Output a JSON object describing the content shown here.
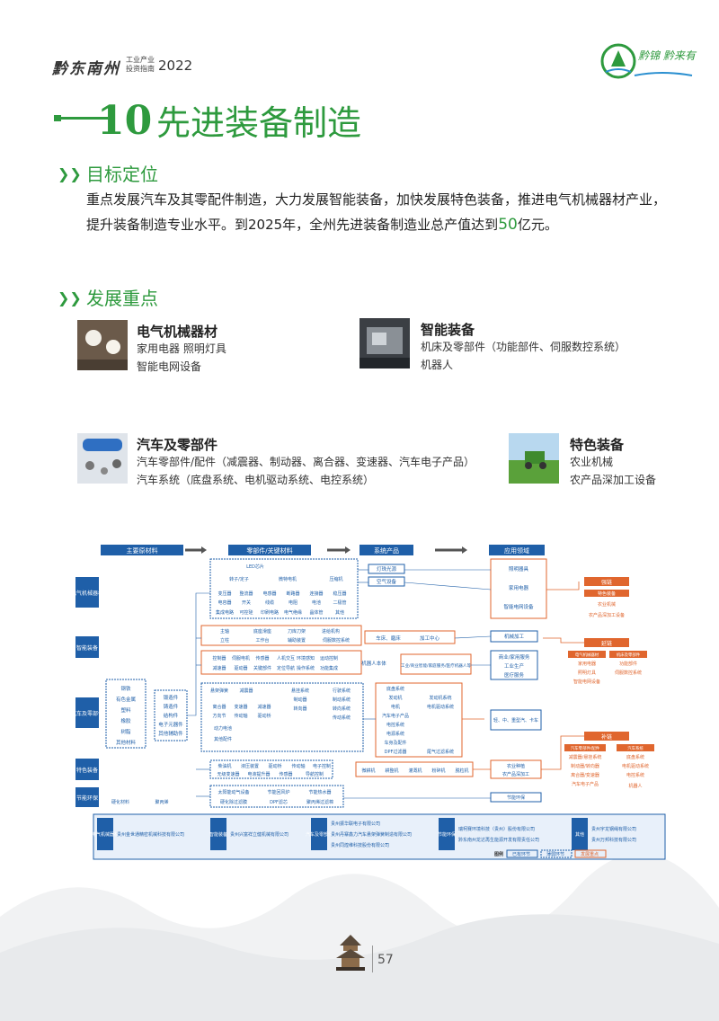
{
  "header": {
    "brand": "黔东南州",
    "brand_sub_1": "工业产业",
    "brand_sub_2": "投资指南",
    "year": "2022",
    "logo_text": "黔锦 黔来有"
  },
  "title": {
    "number": "10",
    "text": "先进装备制造"
  },
  "goal": {
    "heading": "目标定位",
    "line1": "重点发展汽车及其零配件制造，大力发展智能装备，加快发展特色装备，推进电气机械器材产业，",
    "line2_a": "提升装备制造专业水平。到2025年，全州先进装备制造业总产值达到",
    "line2_hl": "50",
    "line2_b": "亿元。"
  },
  "focus": {
    "heading": "发展重点",
    "items": [
      {
        "title": "电气机械器材",
        "lines": [
          "家用电器  照明灯具",
          "智能电网设备"
        ]
      },
      {
        "title": "智能装备",
        "lines": [
          "机床及零部件（功能部件、伺服数控系统）",
          "机器人"
        ]
      },
      {
        "title": "汽车及零部件",
        "lines": [
          "汽车零部件/配件（减震器、制动器、离合器、变速器、汽车电子产品）",
          "汽车系统（底盘系统、电机驱动系统、电控系统）"
        ]
      },
      {
        "title": "特色装备",
        "lines": [
          "农业机械",
          "农产品深加工设备"
        ]
      }
    ]
  },
  "diagram": {
    "stages": [
      "主要原材料",
      "零部件/关键材料",
      "系统产品",
      "应用领域"
    ],
    "rows": [
      "电气机械器材",
      "智能装备",
      "汽车及零部件",
      "特色装备",
      "节能环保"
    ],
    "materials": [
      "钢铁",
      "有色金属",
      "塑料",
      "橡胶",
      "树脂",
      "其他材料"
    ],
    "casting": [
      "锻造件",
      "铸造件",
      "结构件",
      "电子元器件",
      "其他辅助件"
    ],
    "elec_parts": [
      "LED芯片",
      "转子/定子",
      "微特电机",
      "压缩机",
      "变压器",
      "整流器",
      "电感器",
      "断路器",
      "连接器",
      "稳压器",
      "电容器",
      "开关",
      "线缆",
      "电阻",
      "电池",
      "二极管",
      "集成电路",
      "可控硅",
      "印刷电路",
      "电气绝缘",
      "晶体管",
      "其他"
    ],
    "elec_sys": [
      "灯珠光源",
      "空气设备"
    ],
    "elec_app": [
      "照明器具",
      "家用电器",
      "智能电网设备"
    ],
    "smart_parts": [
      "主轴",
      "底座滑座",
      "刀库刀架",
      "进给机构",
      "立柱",
      "工作台",
      "辅助装置",
      "伺服数控系统",
      "控制器",
      "伺服电机",
      "传感器",
      "人机交互",
      "环境感知",
      "运动控制",
      "减速器",
      "驱动器",
      "关键部件",
      "定位导航",
      "操作系统",
      "功能集成"
    ],
    "smart_sys": [
      "车床、磨床",
      "加工中心",
      "机器人本体"
    ],
    "smart_app": [
      "机械加工",
      "工业/商业智能/家庭服务/医疗机器人等",
      "商业/家用服务",
      "工业生产",
      "医疗服务"
    ],
    "auto_parts": [
      "悬架弹簧",
      "减震器",
      "离合器",
      "变速器",
      "减速器",
      "方向节",
      "传动轴",
      "驱动桥",
      "动力电池",
      "其他配件",
      "悬挂系统",
      "制动器",
      "转向器",
      "行驶系统",
      "制动系统",
      "转向系统",
      "传动系统"
    ],
    "auto_sys": [
      "底盘系统",
      "发动机",
      "发动机系统",
      "电机",
      "电机驱动系统",
      "汽车电子产品",
      "电控系统",
      "电源系统",
      "车身及配件",
      "DPF过滤器",
      "尾气过滤系统"
    ],
    "auto_app": "轻、中、重型汽、卡车",
    "special_parts": [
      "柴油机",
      "液压装置",
      "驱动桥",
      "传动轴",
      "电子控制",
      "无级变速器",
      "电液提升器",
      "传感器",
      "导航控制"
    ],
    "special_sys": [
      "微耕机",
      "耕整机",
      "灌溉机",
      "粉碎机",
      "脱粒机"
    ],
    "special_app": [
      "农业种植",
      "农产品深加工"
    ],
    "eco_parts": [
      "太阳能动气设备",
      "节能回风炉",
      "节能热水器",
      "硬化材料",
      "聚丙烯",
      "硬化除过滤膜",
      "DPF滤芯",
      "聚丙烯过滤棉"
    ],
    "eco_app": "节能环保",
    "chain_strong": {
      "label": "强链",
      "head": "特色装备",
      "items": [
        "农业机械",
        "农产品深加工设备"
      ]
    },
    "chain_extend": {
      "label": "延链",
      "heads": [
        "电气机械器材",
        "机床及零部件"
      ],
      "items_a": [
        "家用电器",
        "照明灯具",
        "智能电网设备"
      ],
      "items_b": [
        "功能部件",
        "伺服数控系统"
      ]
    },
    "chain_fill": {
      "label": "补链",
      "heads": [
        "汽车零部件/配件",
        "汽车系统"
      ],
      "items_a": [
        "减震器/悬挂系统",
        "制动器/转向器",
        "离合器/变速器",
        "汽车电子产品"
      ],
      "items_b": [
        "底盘系统",
        "电机驱动系统",
        "电控系统",
        "机器人"
      ]
    },
    "companies": [
      {
        "cat": "电气机械器材",
        "list": [
          "贵州金世通精密机械科技有限公司"
        ]
      },
      {
        "cat": "智能装备",
        "list": [
          "贵州兴富祥立健机械有限公司"
        ]
      },
      {
        "cat": "汽车及零部件",
        "list": [
          "贵州振华联电子有限公司",
          "贵州丹寨鑫力汽车悬架弹簧制造有限公司",
          "贵州同煌维科技股份有限公司"
        ]
      },
      {
        "cat": "节能环保",
        "list": [
          "瑞柯赛环境科技（贵州）股份有限公司",
          "黔东南州龙达再生能源开发有限责任公司"
        ]
      },
      {
        "cat": "其他",
        "list": [
          "贵州宇龙钢绳有限公司",
          "贵州万邦科技有限公司"
        ]
      }
    ],
    "legend": {
      "label": "图例",
      "items": [
        "已有环节",
        "薄弱环节",
        "发展重点"
      ]
    }
  },
  "footer": {
    "page": "57"
  },
  "colors": {
    "green": "#2e9a3e",
    "blue": "#1f5fa8",
    "orange": "#e0662e",
    "light_blue": "#e8f0fa"
  }
}
